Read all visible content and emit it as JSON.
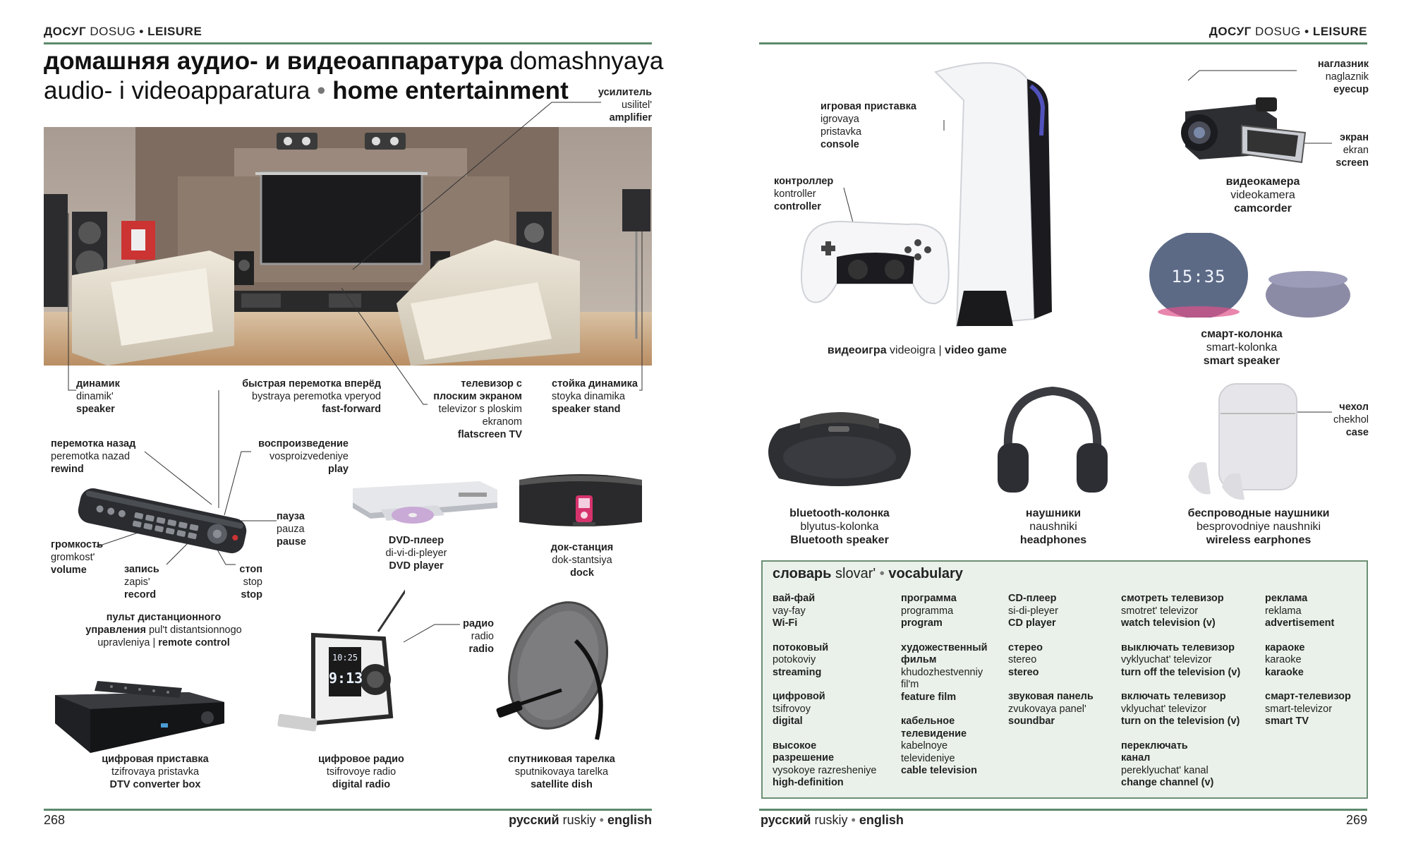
{
  "header": {
    "left": {
      "ru": "ДОСУГ",
      "tr": "DOSUG",
      "sep": "•",
      "en": "LEISURE"
    },
    "right": {
      "ru": "ДОСУГ",
      "tr": "DOSUG",
      "sep": "•",
      "en": "LEISURE"
    }
  },
  "title": {
    "ru": "домашняя аудио- и видеоаппаратура",
    "tr": "domashnyaya audio- i videoapparatura",
    "sep": "•",
    "en": "home entertainment"
  },
  "labels": {
    "amplifier": {
      "ru": "усилитель",
      "tr": "usilitel'",
      "en": "amplifier"
    },
    "speaker": {
      "ru": "динамик",
      "tr": "dinamik'",
      "en": "speaker"
    },
    "fast_forward": {
      "ru": "быстрая перемотка вперёд",
      "tr": "bystraya peremotka vperyod",
      "en": "fast-forward"
    },
    "flatscreen": {
      "ru": "телевизор с плоским экраном",
      "tr": "televizor s ploskim ekranom",
      "en": "flatscreen TV"
    },
    "speaker_stand": {
      "ru": "стойка динамика",
      "tr": "stoyka dinamika",
      "en": "speaker stand"
    },
    "rewind": {
      "ru": "перемотка назад",
      "tr": "peremotka nazad",
      "en": "rewind"
    },
    "play": {
      "ru": "воспроизведение",
      "tr": "vosproizvedeniye",
      "en": "play"
    },
    "pause": {
      "ru": "пауза",
      "tr": "pauza",
      "en": "pause"
    },
    "volume": {
      "ru": "громкость",
      "tr": "gromkost'",
      "en": "volume"
    },
    "record": {
      "ru": "запись",
      "tr": "zapis'",
      "en": "record"
    },
    "stop": {
      "ru": "стоп",
      "tr": "stop",
      "en": "stop"
    },
    "remote": {
      "ru1": "пульт дистанционного",
      "ru2": "управления",
      "tr1": "pul't distantsionnogo",
      "tr2": "upravleniya",
      "sep": "|",
      "en": "remote control"
    },
    "dvd": {
      "ru": "DVD-плеер",
      "tr": "di-vi-di-pleyer",
      "en": "DVD player"
    },
    "dock": {
      "ru": "док-станция",
      "tr": "dok-stantsiya",
      "en": "dock"
    },
    "radio": {
      "ru": "радио",
      "tr": "radio",
      "en": "radio"
    },
    "dtv": {
      "ru": "цифровая приставка",
      "tr": "tzifrovaya pristavka",
      "en": "DTV converter box"
    },
    "digital_radio": {
      "ru": "цифровое радио",
      "tr": "tsifrovoye radio",
      "en": "digital radio"
    },
    "satellite": {
      "ru": "спутниковая тарелка",
      "tr": "sputnikovaya tarelka",
      "en": "satellite dish"
    },
    "console": {
      "ru": "игровая приставка",
      "tr1": "igrovaya",
      "tr2": "pristavka",
      "en": "console"
    },
    "controller": {
      "ru": "контроллер",
      "tr": "kontroller",
      "en": "controller"
    },
    "video_game": {
      "ru": "видеоигра",
      "tr": "videoigra",
      "sep": "|",
      "en": "video game"
    },
    "eyecup": {
      "ru": "наглазник",
      "tr": "naglaznik",
      "en": "eyecup"
    },
    "screen": {
      "ru": "экран",
      "tr": "ekran",
      "en": "screen"
    },
    "camcorder": {
      "ru": "видеокамера",
      "tr": "videokamera",
      "en": "camcorder"
    },
    "smart_speaker": {
      "ru": "смарт-колонка",
      "tr": "smart-kolonka",
      "en": "smart speaker"
    },
    "bt_speaker": {
      "ru": "bluetooth-колонка",
      "tr": "blyutus-kolonka",
      "en": "Bluetooth speaker"
    },
    "headphones": {
      "ru": "наушники",
      "tr": "naushniki",
      "en": "headphones"
    },
    "case": {
      "ru": "чехол",
      "tr": "chekhol",
      "en": "case"
    },
    "earphones": {
      "ru": "беспроводные наушники",
      "tr": "besprovodniye naushniki",
      "en": "wireless earphones"
    }
  },
  "clock": {
    "top": "10:25",
    "bottom": "9:13"
  },
  "smart_clock": "15:35",
  "vocabulary": {
    "title_ru": "словарь",
    "title_tr": "slovar'",
    "sep": "•",
    "title_en": "vocabulary",
    "col1": [
      {
        "ru": "вай-фай",
        "tr": "vay-fay",
        "en": "Wi-Fi"
      },
      {
        "ru": "потоковый",
        "tr": "potokoviy",
        "en": "streaming"
      },
      {
        "ru": "цифровой",
        "tr": "tsifrovoy",
        "en": "digital"
      },
      {
        "ru": "высокое разрешение",
        "tr": "vysokoye razresheniye",
        "en": "high-definition"
      }
    ],
    "col2": [
      {
        "ru": "программа",
        "tr": "programma",
        "en": "program"
      },
      {
        "ru": "художественный фильм",
        "tr": "khudozhestvenniy fil'm",
        "en": "feature film"
      },
      {
        "ru": "кабельное телевидение",
        "tr": "kabelnoye televideniye",
        "en": "cable television"
      }
    ],
    "col3": [
      {
        "ru": "CD-плеер",
        "tr": "si-di-pleyer",
        "en": "CD player"
      },
      {
        "ru": "стерео",
        "tr": "stereo",
        "en": "stereo"
      },
      {
        "ru": "звуковая панель",
        "tr": "zvukovaya panel'",
        "en": "soundbar"
      }
    ],
    "col4": [
      {
        "ru": "смотреть телевизор",
        "tr": "smotret' televizor",
        "en": "watch television (v)"
      },
      {
        "ru": "выключать телевизор",
        "tr": "vyklyuchat' televizor",
        "en": "turn off the television (v)"
      },
      {
        "ru": "включать телевизор",
        "tr": "vklyuchat' televizor",
        "en": "turn on the television (v)"
      },
      {
        "ru": "переключать канал",
        "tr": "pereklyuchat' kanal",
        "en": "change channel (v)"
      }
    ],
    "col5": [
      {
        "ru": "реклама",
        "tr": "reklama",
        "en": "advertisement"
      },
      {
        "ru": "караоке",
        "tr": "karaoke",
        "en": "karaoke"
      },
      {
        "ru": "смарт-телевизор",
        "tr": "smart-televizor",
        "en": "smart TV"
      }
    ]
  },
  "footer": {
    "left_page": "268",
    "right_page": "269",
    "ru": "русский",
    "tr": "ruskiy",
    "sep": "•",
    "en": "english"
  }
}
